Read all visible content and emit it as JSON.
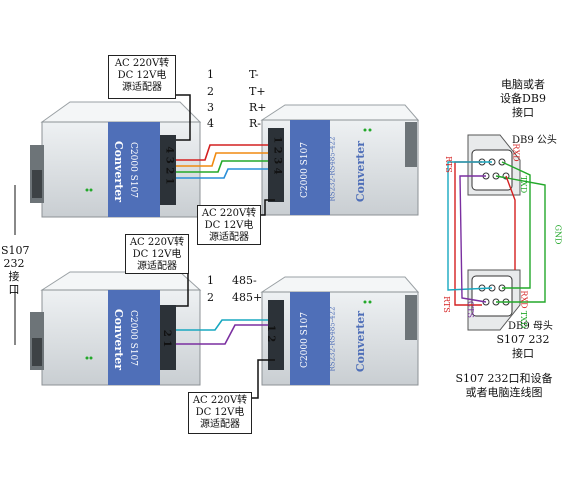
{
  "adapter_box": {
    "line1": "AC 220V转",
    "line2": "DC 12V电",
    "line3": "源适配器"
  },
  "device": {
    "brand": "Converter",
    "model_top": "C2000 S107",
    "ports_text": "RS232-RS485-422"
  },
  "top_pins": {
    "numbers": [
      "1",
      "2",
      "3",
      "4"
    ],
    "names": [
      "T-",
      "T+",
      "R+",
      "R-"
    ],
    "port_left": "4 3 2 1",
    "port_right": "1 2 3 4"
  },
  "bottom_pins": {
    "numbers": [
      "1",
      "2"
    ],
    "names": [
      "485-",
      "485+"
    ],
    "port_left": "2 1",
    "port_right": "1 2"
  },
  "side_label": {
    "line1": "S107",
    "line2": "232接",
    "line3": "口"
  },
  "db9_title": {
    "line1": "电脑或者",
    "line2": "设备DB9",
    "line3": "接口"
  },
  "db9_male": "DB9 公头",
  "db9_female": "DB9 母头",
  "s107_port": {
    "line1": "S107 232",
    "line2": "接口"
  },
  "caption": {
    "line1": "S107 232口和设备",
    "line2": "或者电脑连线图"
  },
  "signals": {
    "rts": "RTS",
    "rxd": "RXD",
    "txd": "TXD",
    "gnd": "GND",
    "cts": "CTS"
  },
  "colors": {
    "red": "#d42020",
    "orange": "#f08a10",
    "green": "#23a82a",
    "blue": "#2a8fd8",
    "purple": "#7a2fa0",
    "cyan": "#18a8c0",
    "device_body": "#dfe3e6",
    "device_label": "#4f6fb8"
  }
}
